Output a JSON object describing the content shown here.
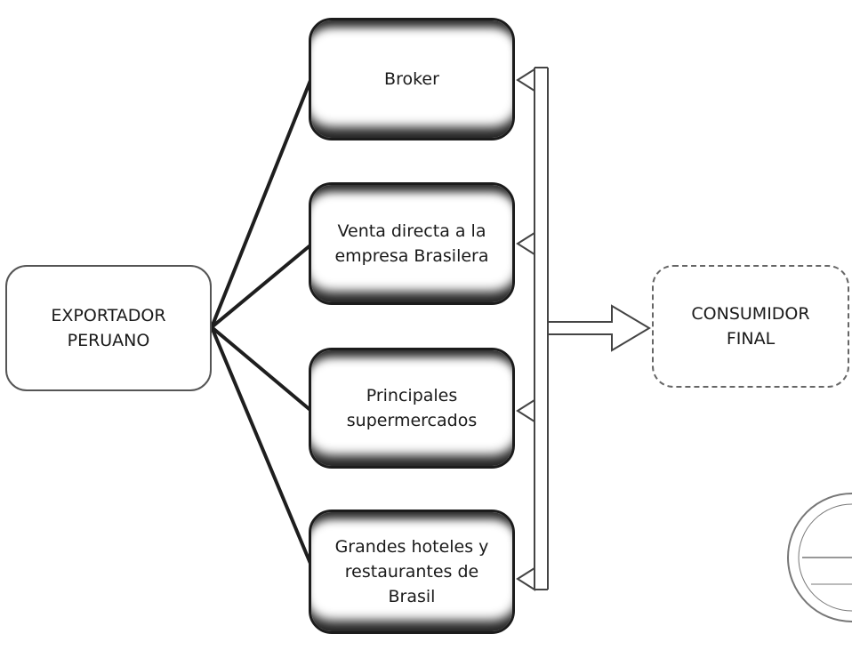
{
  "nodes": {
    "exportador": [
      "EXPORTADOR",
      "PERUANO"
    ],
    "broker": [
      "Broker"
    ],
    "venta": [
      "Venta directa a la",
      "empresa Brasilera"
    ],
    "supermercados": [
      "Principales",
      "supermercados"
    ],
    "hoteles": [
      "Grandes hoteles y",
      "restaurantes de",
      "Brasil"
    ],
    "consumidor": [
      "CONSUMIDOR",
      "FINAL"
    ]
  }
}
